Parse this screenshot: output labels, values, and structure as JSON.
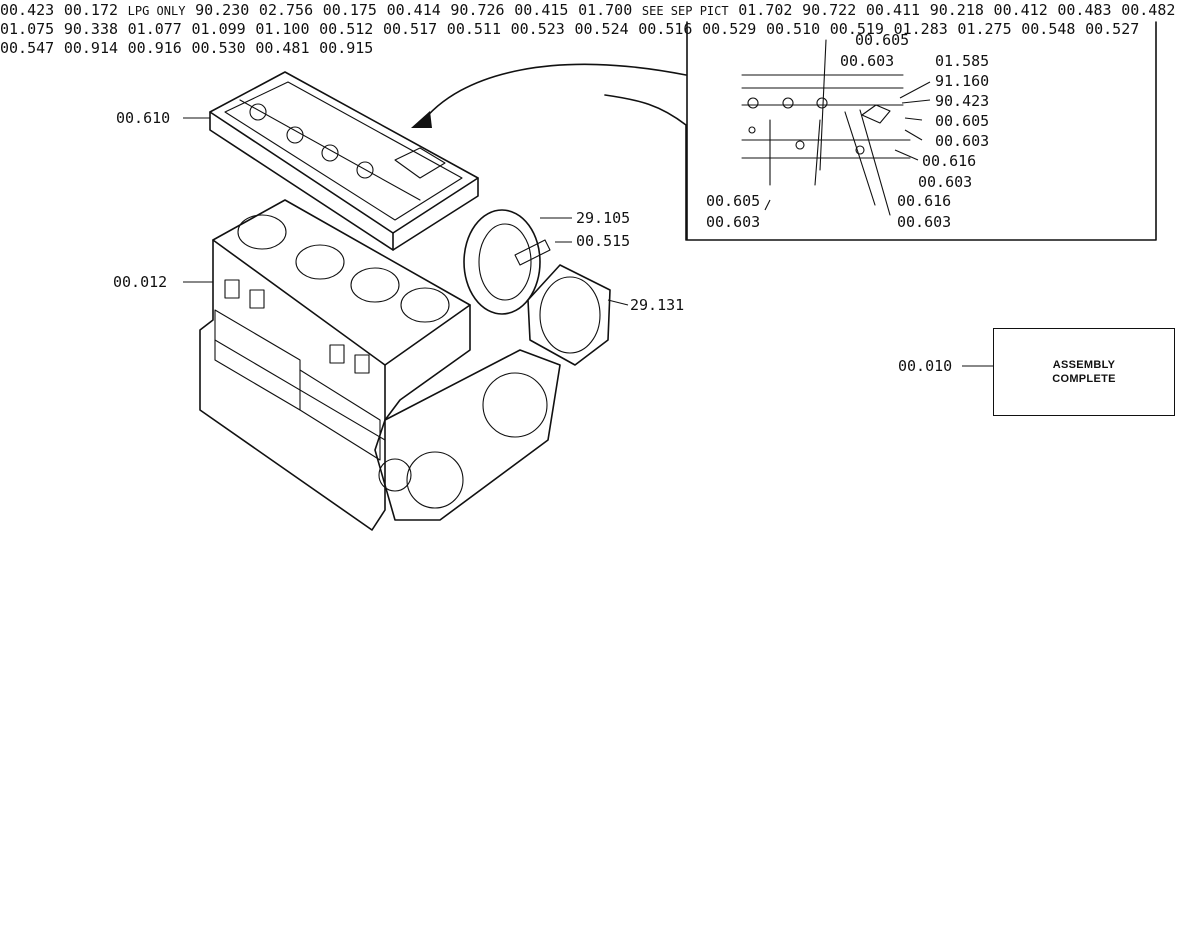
{
  "assembly": {
    "part_no": "00.010",
    "line1": "ASSEMBLY",
    "line2": "COMPLETE"
  },
  "inset": {
    "labels": [
      "00.605",
      "00.603",
      "01.585",
      "91.160",
      "90.423",
      "00.605",
      "00.603",
      "00.616",
      "00.603",
      "00.616",
      "00.603",
      "00.605",
      "00.603"
    ]
  },
  "parts": {
    "head_cover": "00.610",
    "block": "00.012",
    "p29_105": "29.105",
    "p00_515": "00.515",
    "p29_131": "29.131",
    "p00_423": "00.423",
    "p00_172": "00.172",
    "lpg_only": "LPG ONLY",
    "p90_230": "90.230",
    "p02_756": "02.756",
    "p00_175": "00.175",
    "p00_414": "00.414",
    "p90_726": "90.726",
    "p00_415": "00.415",
    "p00_483": "00.483",
    "p00_482": "00.482",
    "p01_700": "01.700",
    "see_sep_pict": "SEE SEP PICT",
    "p01_702": "01.702",
    "p90_722": "90.722",
    "p00_411": "00.411",
    "p90_218": "90.218",
    "p00_412": "00.412",
    "p01_075": "01.075",
    "p90_338": "90.338",
    "p01_077": "01.077",
    "p01_099": "01.099",
    "p01_100": "01.100",
    "p00_512": "00.512",
    "p00_517": "00.517",
    "p00_511": "00.511",
    "p00_523": "00.523",
    "p00_524": "00.524",
    "p00_516": "00.516",
    "p00_529": "00.529",
    "p00_510": "00.510",
    "p00_519": "00.519",
    "p01_283": "01.283",
    "p01_275": "01.275",
    "p00_548": "00.548",
    "p00_527": "00.527",
    "p00_547": "00.547",
    "p00_914": "00.914",
    "p00_916": "00.916",
    "p00_530": "00.530",
    "p00_481": "00.481",
    "p00_915": "00.915"
  }
}
